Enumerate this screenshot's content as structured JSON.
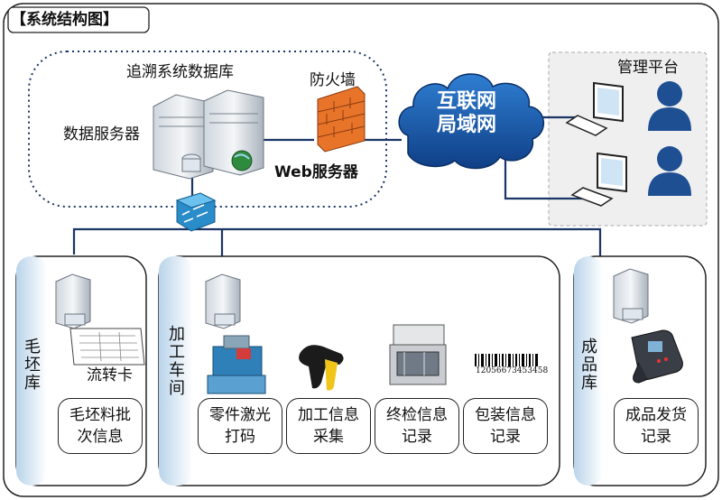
{
  "title": "【系统结构图】",
  "top": {
    "database_label": "追溯系统数据库",
    "data_server_label": "数据服务器",
    "firewall_label": "防火墙",
    "web_server_label": "Web服务器",
    "cloud_line1": "互联网",
    "cloud_line2": "局域网",
    "mgmt_label": "管理平台"
  },
  "sections": {
    "raw_warehouse": {
      "name": "毛坯库",
      "card_label": "流转卡",
      "info_line1": "毛坯料批",
      "info_line2": "次信息"
    },
    "workshop": {
      "name": "加工车间",
      "barcode_text": "12056673453458",
      "boxes": [
        {
          "line1": "零件激光",
          "line2": "打码"
        },
        {
          "line1": "加工信息",
          "line2": "采集"
        },
        {
          "line1": "终检信息",
          "line2": "记录"
        },
        {
          "line1": "包装信息",
          "line2": "记录"
        }
      ]
    },
    "product_warehouse": {
      "name": "成品库",
      "info_line1": "成品发货",
      "info_line2": "记录"
    }
  },
  "colors": {
    "wire": "#1b3566",
    "cloud": "#1e5fb0",
    "mgmt_bg": "#efefef",
    "user": "#1f4f93",
    "firewall": "#e8742a"
  }
}
